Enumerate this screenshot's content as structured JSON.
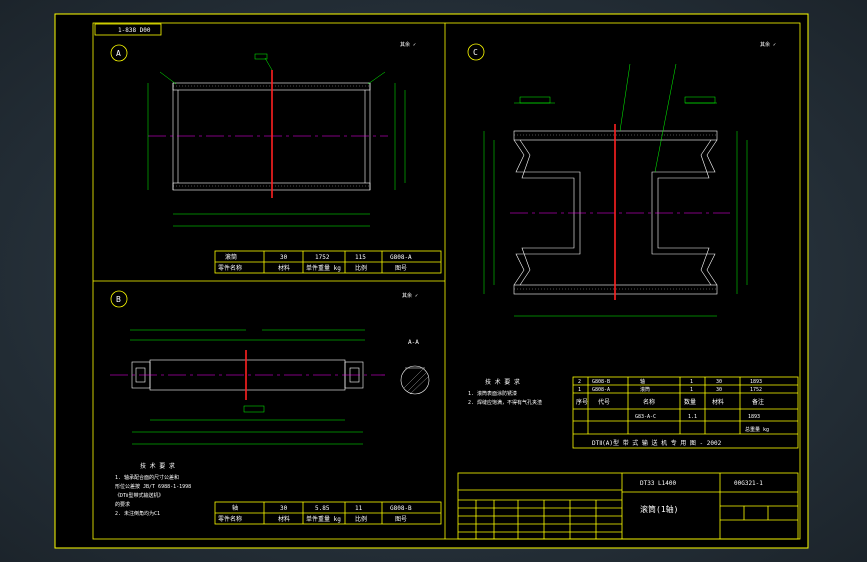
{
  "drawing": {
    "ref_tag": "1-838 D00",
    "view_labels": [
      "A",
      "B",
      "C"
    ],
    "section_label": "A-A",
    "note_a": "其余 ✓",
    "note_b": "其余 ✓",
    "note_c": "其余 ✓"
  },
  "table_a": {
    "row1": [
      "滚筒",
      "30",
      "1752",
      "115",
      "G808-A"
    ],
    "row2": [
      "零件名称",
      "材料",
      "单件重量 kg",
      "比例",
      "图号"
    ]
  },
  "table_b": {
    "row1": [
      "轴",
      "30",
      "5.85",
      "11",
      "G808-B"
    ],
    "row2": [
      "零件名称",
      "材料",
      "单件重量 kg",
      "比例",
      "图号"
    ]
  },
  "notes_b": {
    "title": "技 术 要 求",
    "lines": [
      "1. 轴承配合面的尺寸公差和",
      "   形位公差按 JB/T 6988-1-1998",
      "   《DTⅡ型带式输送机》",
      "   的要求",
      "2. 未注倒角均为C1"
    ]
  },
  "notes_c": {
    "title": "技 术 要 求",
    "lines": [
      "1. 滚筒表面涂防锈漆",
      "2. 焊缝应饱满，不得有气孔夹渣"
    ]
  },
  "title_block": {
    "series": "DTⅡ(A)型  带 式 输 送 机 专 用 图 - 2002",
    "code": "DT33 L1400",
    "drawing_no": "00G321-1",
    "name": "滚筒(1轴)",
    "parts_header": [
      "序号",
      "代号",
      "名称",
      "数量",
      "材料",
      "备注"
    ],
    "parts_row1": [
      "2",
      "G808-B",
      "轴",
      "1",
      "30",
      "1893"
    ],
    "parts_row2": [
      "1",
      "G808-A",
      "滚筒",
      "1",
      "30",
      "1752"
    ],
    "misc_row": [
      "G83-A-C",
      "1.1",
      "1893"
    ],
    "weight_label": "总重量 kg"
  },
  "colors": {
    "frame": "#ffff00",
    "linework": "#ffffff",
    "centerline": "#ff00ff",
    "callout": "#00ff00",
    "section": "#ff2020"
  }
}
